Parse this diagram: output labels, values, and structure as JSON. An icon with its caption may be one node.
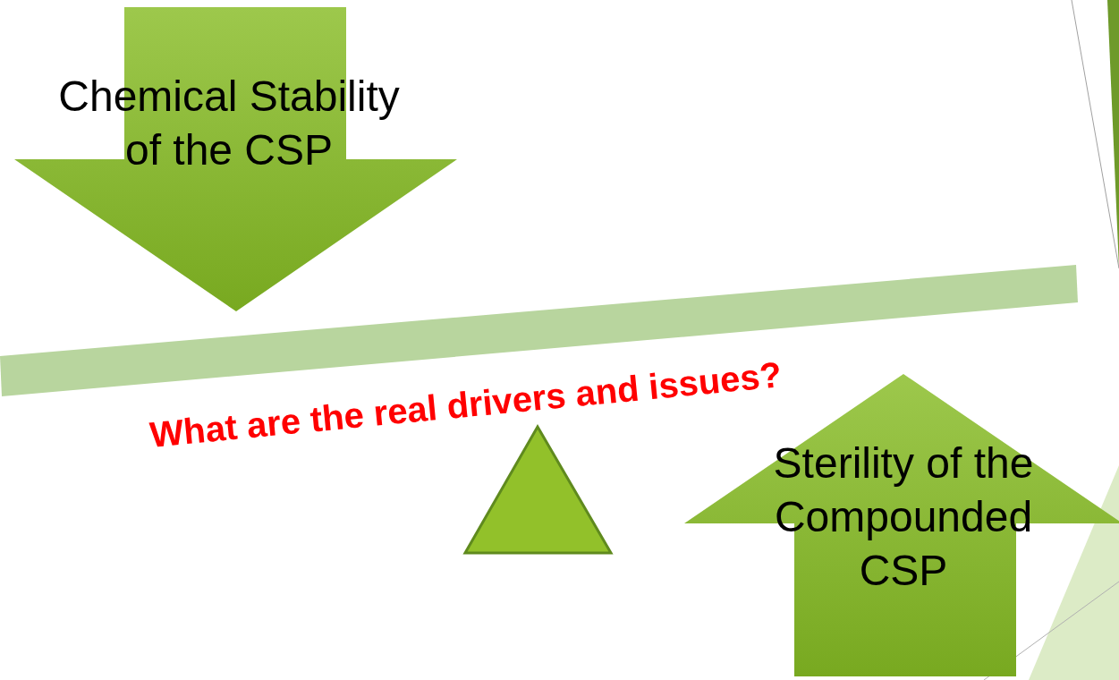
{
  "diagram": {
    "nodes": [
      {
        "text": [
          "Chemical Stability of the CSP"
        ]
      },
      {
        "text": [
          "Sterility of the Compounded CSP"
        ]
      }
    ],
    "labels": [
      "What are the real drivers and issues?"
    ]
  }
}
